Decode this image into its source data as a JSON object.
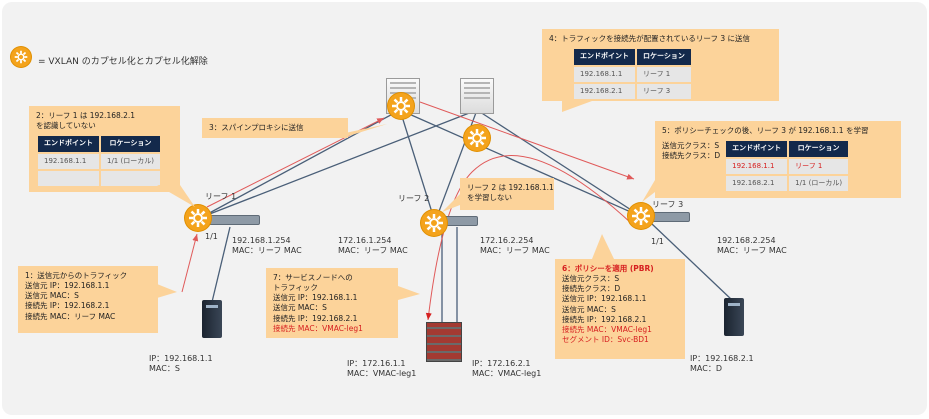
{
  "legend": {
    "text": "= VXLAN のカプセル化とカプセル化解除"
  },
  "callout1": {
    "lines": [
      "1：送信元からのトラフィック",
      "送信元 IP：192.168.1.1",
      "送信元 MAC：S",
      "接続先 IP：192.168.2.1",
      "接続先 MAC：リーフ MAC"
    ]
  },
  "callout2": {
    "lines": [
      "2：リーフ 1 は 192.168.2.1",
      "を認識していない"
    ],
    "headers": [
      "エンドポイント",
      "ロケーション"
    ],
    "rows": [
      [
        "192.168.1.1",
        "1/1 (ローカル)"
      ],
      [
        "",
        ""
      ]
    ]
  },
  "callout3": {
    "text": "3：スパインプロキシに送信"
  },
  "callout4": {
    "title": "4：トラフィックを接続先が配置されているリーフ 3 に送信",
    "headers": [
      "エンドポイント",
      "ロケーション"
    ],
    "rows": [
      [
        "192.168.1.1",
        "リーフ 1"
      ],
      [
        "192.168.2.1",
        "リーフ 3"
      ]
    ]
  },
  "callout5": {
    "title": "5：ポリシーチェックの後、リーフ 3 が 192.168.1.1 を学習",
    "side": [
      "送信元クラス：S",
      "接続先クラス：D"
    ],
    "headers": [
      "エンドポイント",
      "ロケーション"
    ],
    "rows": [
      [
        "192.168.1.1",
        "リーフ 1"
      ],
      [
        "192.168.2.1",
        "1/1 (ローカル)"
      ]
    ]
  },
  "callout6": {
    "lines": [
      "6：ポリシーを適用 (PBR)",
      "送信元クラス：S",
      "接続先クラス：D",
      "送信元 IP：192.168.1.1",
      "送信元 MAC：S",
      "接続先 IP：192.168.2.1"
    ],
    "red_lines": [
      "接続先 MAC：VMAC-leg1",
      "セグメント ID：Svc-BD1"
    ]
  },
  "callout7": {
    "lines": [
      "7：サービスノードへの",
      "トラフィック",
      "送信元 IP：192.168.1.1",
      "送信元 MAC：S",
      "接続先 IP：192.168.2.1"
    ],
    "red_line": "接続先 MAC：VMAC-leg1"
  },
  "callout_leaf2": {
    "lines": [
      "リーフ 2 は 192.168.1.1",
      "を学習しない"
    ]
  },
  "leaves": {
    "leaf1": "リーフ 1",
    "leaf2": "リーフ 2",
    "leaf3": "リーフ 3",
    "port1": "1/1",
    "port3": "1/1"
  },
  "gateways": {
    "g1_ip": "192.168.1.254",
    "g1_mac": "MAC：リーフ MAC",
    "g2_ip": "172.16.1.254",
    "g2_mac": "MAC：リーフ MAC",
    "g3_ip": "172.16.2.254",
    "g3_mac": "MAC：リーフ MAC",
    "g4_ip": "192.168.2.254",
    "g4_mac": "MAC：リーフ MAC"
  },
  "hosts": {
    "src_ip": "IP：192.168.1.1",
    "src_mac": "MAC：S",
    "fw_ip1": "IP：172.16.1.1",
    "fw_mac1": "MAC：VMAC-leg1",
    "fw_ip2": "IP：172.16.2.1",
    "fw_mac2": "MAC：VMAC-leg1",
    "dst_ip": "IP：192.168.2.1",
    "dst_mac": "MAC：D"
  },
  "colors": {
    "callout": "#fcd39a",
    "gear": "#f4a31c",
    "table_header": "#13294b",
    "traffic_arrow": "#e05a5a",
    "link": "#4a5f78",
    "red_text": "#d62020"
  },
  "icons": [
    "gear-icon",
    "spine-switch-icon",
    "leaf-switch-icon",
    "server-icon",
    "firewall-icon"
  ]
}
